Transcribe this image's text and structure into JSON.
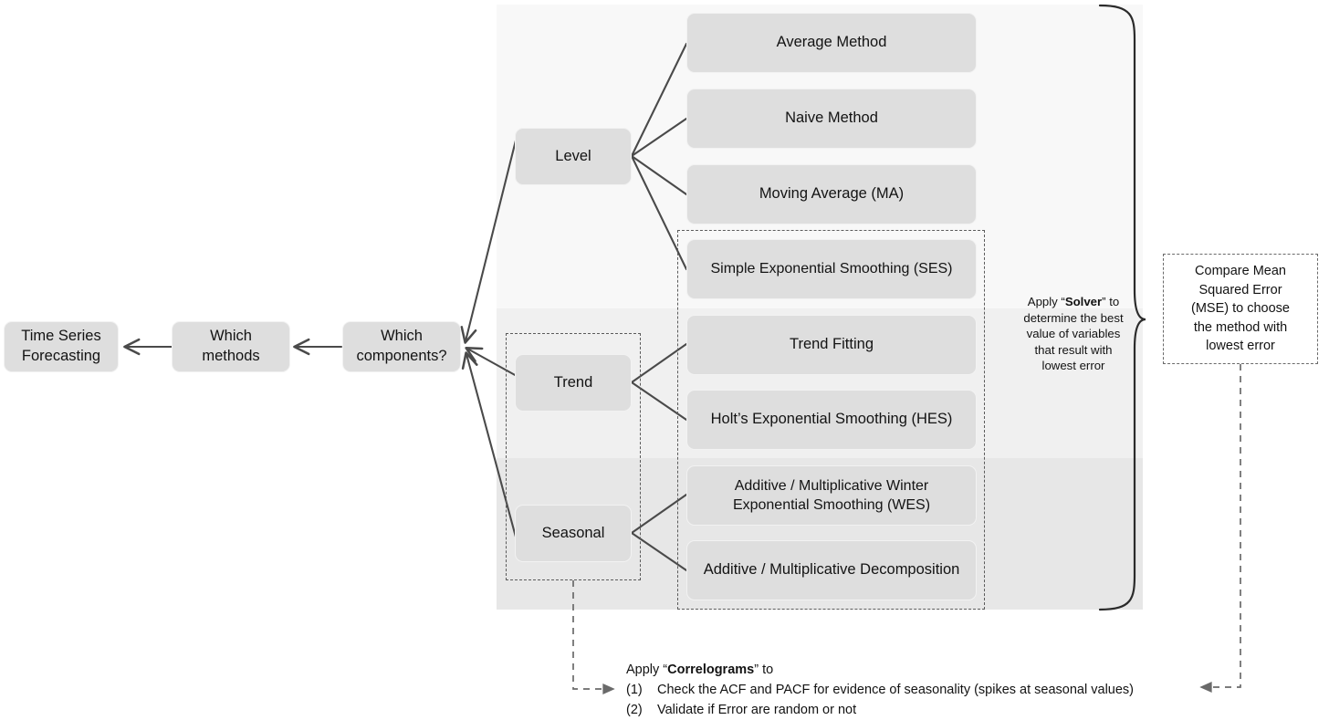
{
  "diagram": {
    "title": "Time Series Forecasting method selection flowchart",
    "colors": {
      "node_fill": "#dedede",
      "node_border": "#f2f2f2",
      "band_top": "#f8f8f8",
      "band_mid": "#f0f0f0",
      "band_bottom": "#e7e7e7",
      "connector": "#4a4a4a",
      "dashed": "#5b5b5b",
      "text": "#121212"
    }
  },
  "chain": {
    "start": "Time Series Forecasting",
    "middle": "Which methods",
    "end": "Which components?"
  },
  "components": [
    {
      "id": "level",
      "label": "Level"
    },
    {
      "id": "trend",
      "label": "Trend"
    },
    {
      "id": "seasonal",
      "label": "Seasonal"
    }
  ],
  "methods": [
    {
      "id": "average",
      "component": "level",
      "label": "Average Method"
    },
    {
      "id": "naive",
      "component": "level",
      "label": "Naive Method"
    },
    {
      "id": "moving-average",
      "component": "level",
      "label": "Moving Average (MA)"
    },
    {
      "id": "ses",
      "component": "level",
      "label": "Simple Exponential Smoothing (SES)"
    },
    {
      "id": "trend-fitting",
      "component": "trend",
      "label": "Trend Fitting"
    },
    {
      "id": "hes",
      "component": "trend",
      "label": "Holt’s Exponential Smoothing (HES)"
    },
    {
      "id": "wes",
      "component": "seasonal",
      "label": "Additive / Multiplicative Winter Exponential Smoothing (WES)"
    },
    {
      "id": "decomposition",
      "component": "seasonal",
      "label": "Additive / Multiplicative Decomposition"
    }
  ],
  "notes": {
    "solver": {
      "line1_pre": "Apply “",
      "line1_bold": "Solver",
      "line1_post": "” to",
      "line2": "determine the best",
      "line3": "value of variables",
      "line4": "that result with",
      "line5": "lowest error"
    },
    "mse": {
      "line1": "Compare Mean",
      "line2": "Squared Error",
      "line3": "(MSE) to choose",
      "line4": "the method with",
      "line5": "lowest error"
    },
    "correlograms": {
      "heading_pre": "Apply “",
      "heading_bold": "Correlograms",
      "heading_post": "” to",
      "item1_num": "(1)",
      "item1_text": "Check the ACF and PACF for evidence of seasonality (spikes at seasonal values)",
      "item2_num": "(2)",
      "item2_text": "Validate if Error are random or not"
    }
  }
}
